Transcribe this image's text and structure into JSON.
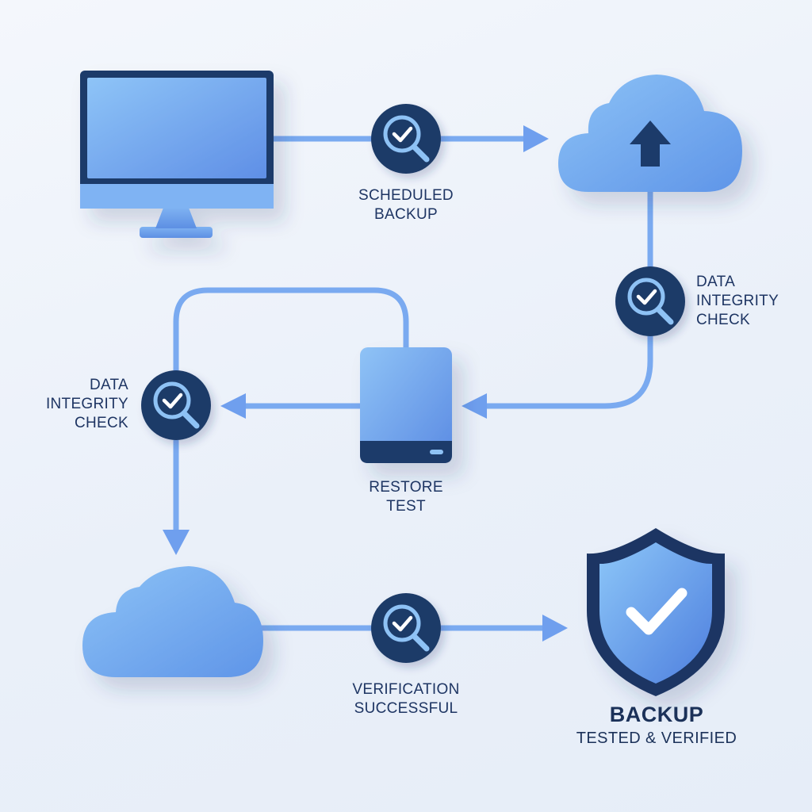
{
  "labels": {
    "scheduled_backup": [
      "SCHEDULED",
      "BACKUP"
    ],
    "integrity_check_right": [
      "DATA",
      "INTEGRITY",
      "CHECK"
    ],
    "integrity_check_left": [
      "DATA",
      "INTEGRITY",
      "CHECK"
    ],
    "restore_test": [
      "RESTORE",
      "TEST"
    ],
    "verification": [
      "VERIFICATION",
      "SUCCESSFUL"
    ]
  },
  "result": {
    "title": "BACKUP",
    "subtitle": "TESTED & VERIFIED"
  },
  "icons": {
    "source": "desktop-computer-icon",
    "upload": "cloud-upload-icon",
    "storage": "external-drive-icon",
    "restore_target": "cloud-icon",
    "result": "shield-check-icon",
    "check": "magnifier-check-icon"
  },
  "colors": {
    "connector": "#7aaaf0",
    "badge": "#1f3a68",
    "badge_check": "#8ec2f5",
    "device_blue": "#6fa4ee",
    "dark_navy": "#1c3563"
  }
}
